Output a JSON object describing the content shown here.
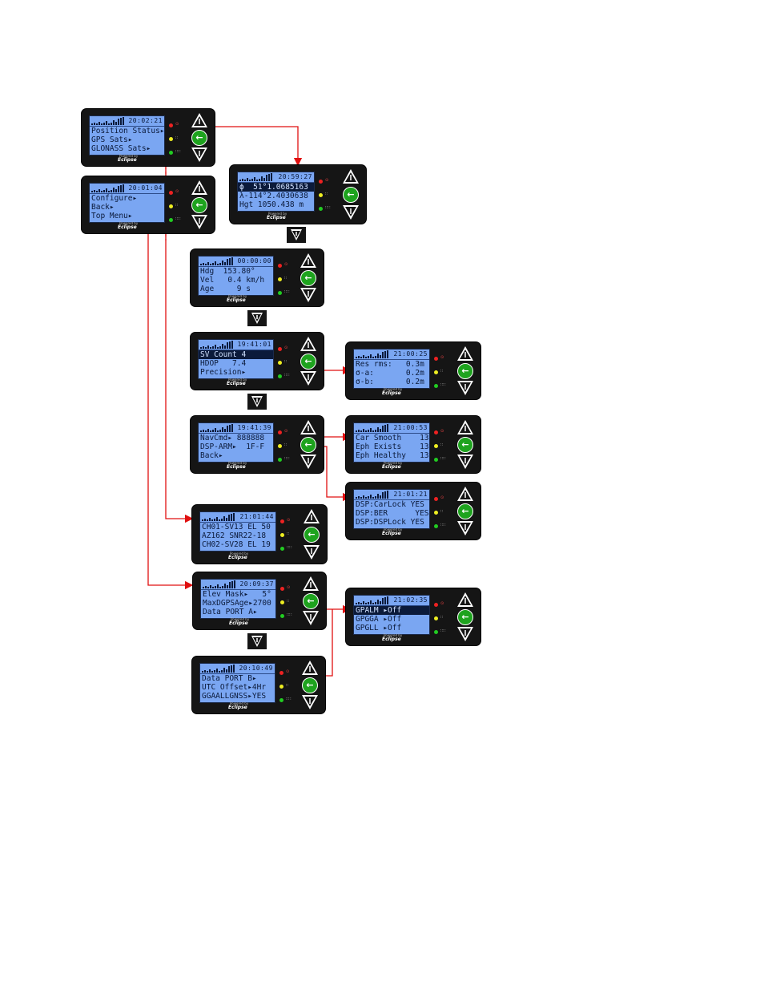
{
  "panels": [
    {
      "id": "p1",
      "clock": "20:02:21",
      "lines": [
        "Position Status▸",
        "GPS Sats▸",
        "GLONASS Sats▸"
      ],
      "selected": -1
    },
    {
      "id": "p2",
      "clock": "20:01:04",
      "lines": [
        "Configure▸",
        "Back▸",
        "Top Menu▸"
      ],
      "selected": -1
    },
    {
      "id": "p3",
      "clock": "20:59:27",
      "lines": [
        "ϕ  51°1.0685163",
        "λ-114°2.4030638",
        "Hgt 1050.438 m"
      ],
      "selected": 0
    },
    {
      "id": "p4",
      "clock": "00:00:00",
      "lines": [
        "Hdg  153.80°",
        "Vel   0.4 km/h",
        "Age     9 s"
      ],
      "selected": -1
    },
    {
      "id": "p5",
      "clock": "19:41:01",
      "lines": [
        "SV Count 4",
        "HDOP   7.4",
        "Precision▸"
      ],
      "selected": 0
    },
    {
      "id": "p6",
      "clock": "21:00:25",
      "lines": [
        "Res rms:   0.3m",
        "σ-a:       0.2m",
        "σ-b:       0.2m"
      ],
      "selected": -1
    },
    {
      "id": "p7",
      "clock": "19:41:39",
      "lines": [
        "NavCmd▸ 888888",
        "DSP-ARM▸  1F-F",
        "Back▸"
      ],
      "selected": -1
    },
    {
      "id": "p8",
      "clock": "21:00:53",
      "lines": [
        "Car Smooth    13",
        "Eph Exists    13",
        "Eph Healthy   13"
      ],
      "selected": -1
    },
    {
      "id": "p9",
      "clock": "21:01:21",
      "lines": [
        "DSP:CarLock YES",
        "DSP:BER      YES",
        "DSP:DSPLock YES"
      ],
      "selected": -1
    },
    {
      "id": "p10",
      "clock": "21:01:44",
      "lines": [
        "CH01-SV13 EL 50",
        "AZ162 SNR22-18",
        "CH02-SV28 EL 19"
      ],
      "selected": -1
    },
    {
      "id": "p11",
      "clock": "20:09:37",
      "lines": [
        "Elev Mask▸   5°",
        "MaxDGPSAge▸2700",
        "Data PORT A▸"
      ],
      "selected": -1
    },
    {
      "id": "p12",
      "clock": "21:02:35",
      "lines": [
        "GPALM ▸Off",
        "GPGGA ▸Off",
        "GPGLL ▸Off"
      ],
      "selected": 0
    },
    {
      "id": "p13",
      "clock": "20:10:49",
      "lines": [
        "Data PORT B▸",
        "UTC Offset▸4Hr",
        "GGAALLGNSS▸YES"
      ],
      "selected": -1
    }
  ],
  "logo_text": "Eclipse",
  "powered_text": "Powered by",
  "colors": {
    "screen": "#7aa6f2",
    "panel": "#151515",
    "wire": "#e01010",
    "enter": "#1ea31e"
  },
  "icons": [
    "up-arrow-icon",
    "enter-icon",
    "down-arrow-icon"
  ]
}
